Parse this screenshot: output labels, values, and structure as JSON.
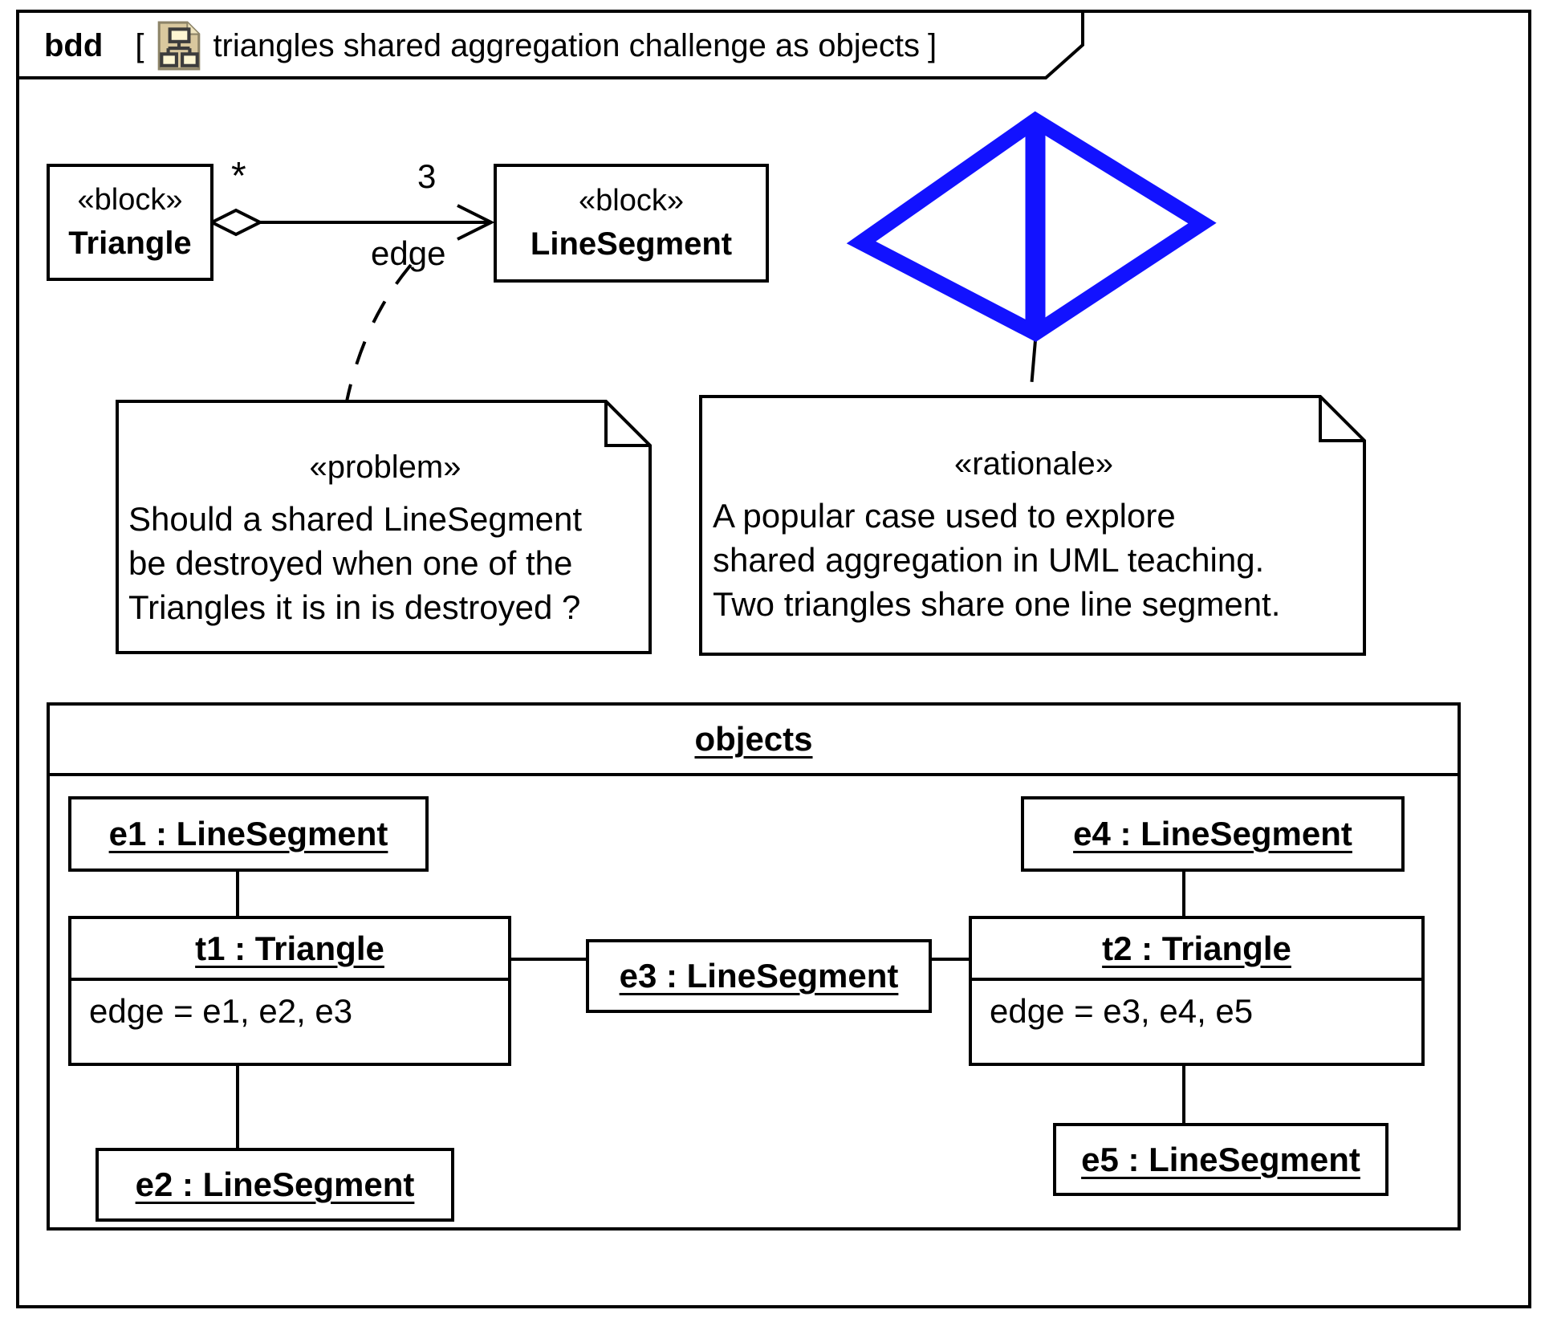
{
  "frame": {
    "keyword": "bdd",
    "open_bracket": "[",
    "close_bracket": "]",
    "diagram_name": "triangles shared aggregation challenge as objects"
  },
  "blocks": {
    "triangle": {
      "stereotype": "«block»",
      "name": "Triangle"
    },
    "line_segment": {
      "stereotype": "«block»",
      "name": "LineSegment"
    }
  },
  "association": {
    "source_multiplicity": "*",
    "target_multiplicity": "3",
    "role_name": "edge"
  },
  "notes": {
    "problem": {
      "stereotype": "«problem»",
      "lines": [
        "Should a shared LineSegment",
        "be destroyed when one of the",
        "Triangles it is in is destroyed ?"
      ]
    },
    "rationale": {
      "stereotype": "«rationale»",
      "lines": [
        "A popular case used to explore",
        "shared aggregation in UML teaching.",
        "Two triangles share one line segment."
      ]
    }
  },
  "objects_panel": {
    "title": "objects",
    "instances": {
      "e1": {
        "name": "e1 : LineSegment"
      },
      "e2": {
        "name": "e2 : LineSegment"
      },
      "e3": {
        "name": "e3 : LineSegment"
      },
      "e4": {
        "name": "e4 : LineSegment"
      },
      "e5": {
        "name": "e5 : LineSegment"
      },
      "t1": {
        "name": "t1 : Triangle",
        "attribute": "edge = e1, e2, e3"
      },
      "t2": {
        "name": "t2 : Triangle",
        "attribute": "edge = e3, e4, e5"
      }
    }
  },
  "colors": {
    "line": "#000000",
    "highlight_blue": "#1212ff",
    "icon_tan": "#d9c89e"
  }
}
